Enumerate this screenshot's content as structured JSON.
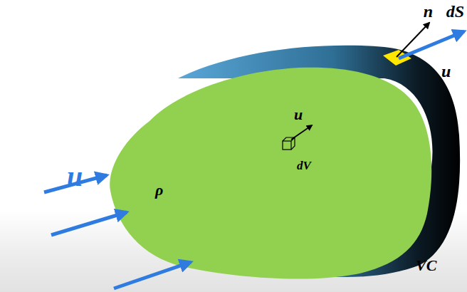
{
  "diagram": {
    "labels": [
      "n⃗dS",
      "u⃗",
      "u⃗",
      "dV",
      "ρ",
      "u",
      "VC"
    ]
  }
}
